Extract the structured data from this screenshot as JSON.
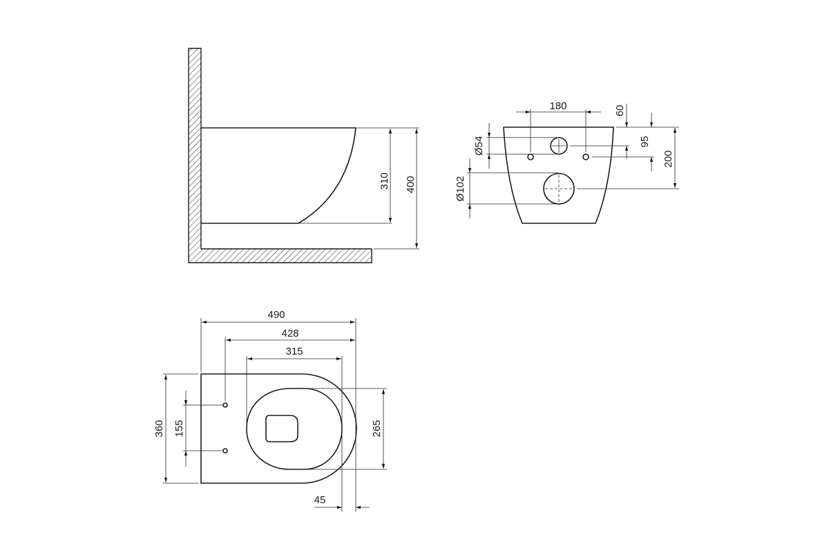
{
  "side_view": {
    "dims": {
      "bowl_height": "310",
      "total_height": "400"
    }
  },
  "rear_view": {
    "dims": {
      "fixing_spacing": "180",
      "inlet_diameter": "Ø54",
      "outlet_diameter": "Ø102",
      "inlet_height": "60",
      "fixing_height": "95",
      "outlet_height": "200"
    }
  },
  "top_view": {
    "dims": {
      "length": "490",
      "fixing_to_front": "428",
      "seat_length": "315",
      "width": "360",
      "fixing_vertical": "155",
      "seat_width": "265",
      "front_offset": "45"
    }
  },
  "colors": {
    "line": "#1a1a1a",
    "background": "#ffffff"
  }
}
